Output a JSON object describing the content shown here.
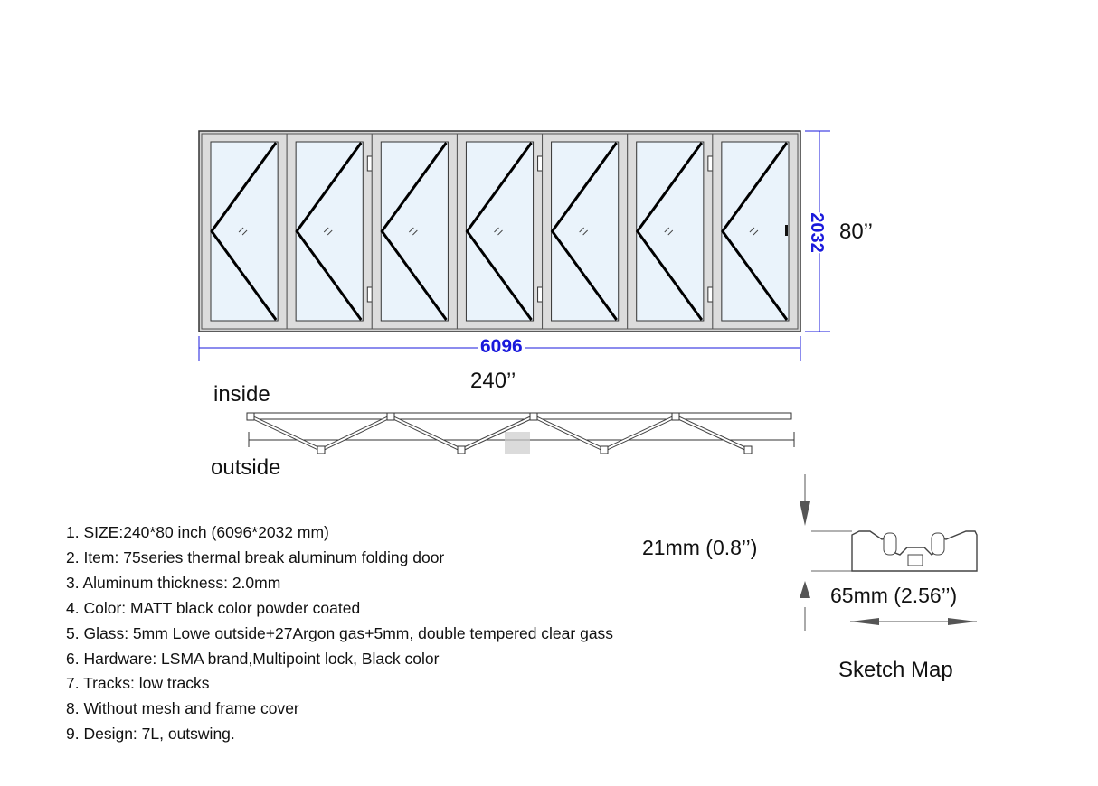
{
  "elevation": {
    "panel_count": 7,
    "width_mm": "6096",
    "height_mm": "2032",
    "width_in": "240’’",
    "height_in": "80’’",
    "frame_color": "#8a8a8a",
    "glass_color": "#eaf3fb",
    "dimension_color": "#1a1adc"
  },
  "plan": {
    "inside_label": "inside",
    "outside_label": "outside"
  },
  "profile": {
    "height_label": "21mm (0.8’’)",
    "width_label": "65mm (2.56’’)",
    "caption": "Sketch Map"
  },
  "specs": [
    "1. SIZE:240*80 inch (6096*2032 mm)",
    "2. Item: 75series thermal break aluminum folding door",
    "3. Aluminum thickness: 2.0mm",
    "4. Color: MATT black color powder coated",
    "5. Glass: 5mm Lowe outside+27Argon gas+5mm, double tempered clear gass",
    "6. Hardware: LSMA brand,Multipoint lock, Black color",
    "7. Tracks: low tracks",
    "8. Without mesh and frame cover",
    "9. Design: 7L, outswing."
  ]
}
